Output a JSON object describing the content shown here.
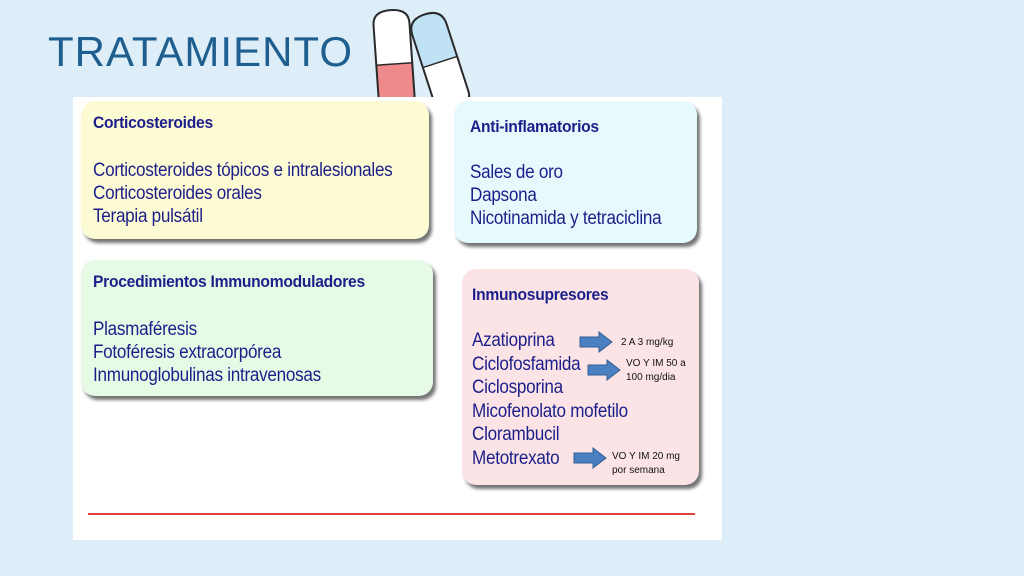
{
  "title": "TRATAMIENTO",
  "icons": {
    "decoration": "pills-icon"
  },
  "colors": {
    "title": "#1f5f8f",
    "card_text": "#1c1f8a",
    "card_corticosteroides": "#fdfbd4",
    "card_antiinflamatorios": "#e6fafd",
    "card_inmunomoduladores": "#e6fae6",
    "card_inmunosupresores": "#fce4e6",
    "arrow": "#4a7fc1",
    "divider": "#e0403e"
  },
  "cards": {
    "corticosteroides": {
      "heading": "Corticosteroides",
      "items": [
        "Corticosteroides tópicos e intralesionales",
        "Corticosteroides orales",
        "Terapia pulsátil"
      ]
    },
    "antiinflamatorios": {
      "heading": "Anti-inflamatorios",
      "items": [
        "Sales de oro",
        "Dapsona",
        "Nicotinamida y tetraciclina"
      ]
    },
    "inmunomoduladores": {
      "heading": "Procedimientos Immunomoduladores",
      "items": [
        "Plasmaféresis",
        "Fotoféresis extracorpórea",
        "Inmunoglobulinas intravenosas"
      ]
    },
    "inmunosupresores": {
      "heading": "Inmunosupresores",
      "items": [
        "Azatioprina",
        "Ciclofosfamida",
        "Ciclosporina",
        "Micofenolato mofetilo",
        "Clorambucil",
        "Metotrexato"
      ]
    }
  },
  "notes": {
    "azatioprina": "2 A 3 mg/kg",
    "ciclofosfamida_line1": "VO Y IM 50 a",
    "ciclofosfamida_line2": "100 mg/dia",
    "metotrexato_line1": "VO Y IM 20 mg",
    "metotrexato_line2": "por semana"
  }
}
